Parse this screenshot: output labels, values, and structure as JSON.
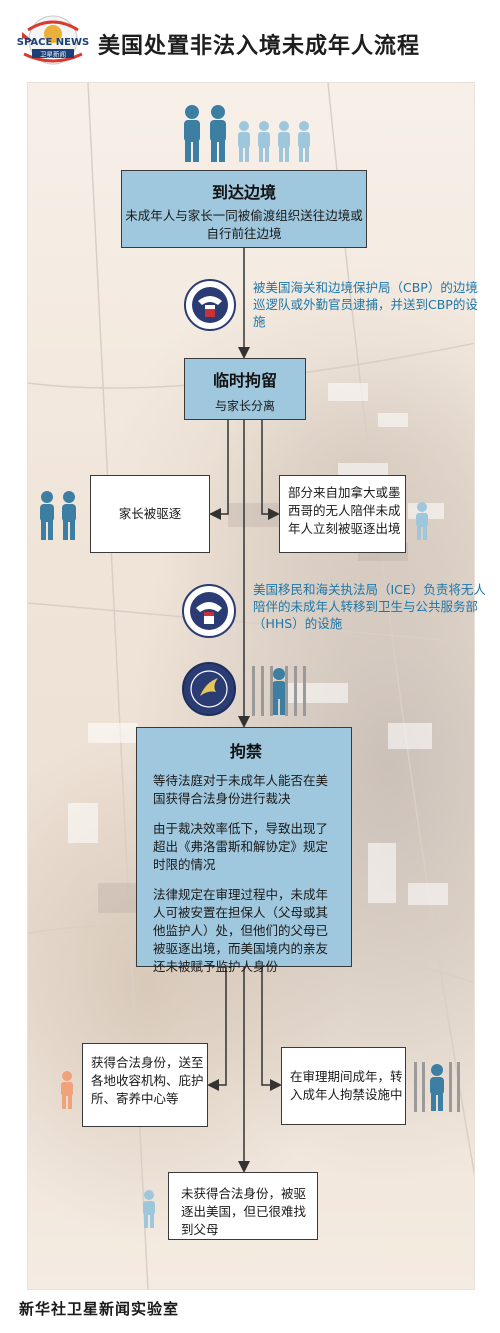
{
  "header": {
    "logo_text": "SPACE NEWS",
    "logo_subtext": "卫星新闻",
    "title": "美国处置非法入境未成年人流程"
  },
  "colors": {
    "box_blue": "#9fc7dd",
    "note_blue": "#1e77a8",
    "person_blue": "#3d7fa3",
    "person_light": "#9ec7dc",
    "person_orange": "#f0a27a"
  },
  "flow": {
    "arrive": {
      "title": "到达边境",
      "text": "未成年人与家长一同被偷渡组织送往边境或自行前往边境"
    },
    "cbp_note": "被美国海关和边境保护局（CBP）的边境巡逻队或外勤官员逮捕，并送到CBP的设施",
    "temp": {
      "title": "临时拘留",
      "text": "与家长分离"
    },
    "parent_deported": "家长被驱逐",
    "canada_mexico": "部分来自加拿大或墨西哥的无人陪伴未成年人立刻被驱逐出境",
    "ice_note": "美国移民和海关执法局（ICE）负责将无人陪伴的未成年人转移到卫生与公共服务部（HHS）的设施",
    "detain": {
      "title": "拘禁",
      "p1": "等待法庭对于未成年人能否在美国获得合法身份进行裁决",
      "p2": "由于裁决效率低下，导致出现了超出《弗洛雷斯和解协定》规定时限的情况",
      "p3": "法律规定在审理过程中，未成年人可被安置在担保人（父母或其他监护人）处，但他们的父母已被驱逐出境，而美国境内的亲友还未被赋予监护人身份"
    },
    "legal": "获得合法身份，送至各地收容机构、庇护所、寄养中心等",
    "adult": "在审理期间成年，转入成年人拘禁设施中",
    "deport": "未获得合法身份，被驱逐出美国，但已很难找到父母"
  },
  "footer": "新华社卫星新闻实验室"
}
